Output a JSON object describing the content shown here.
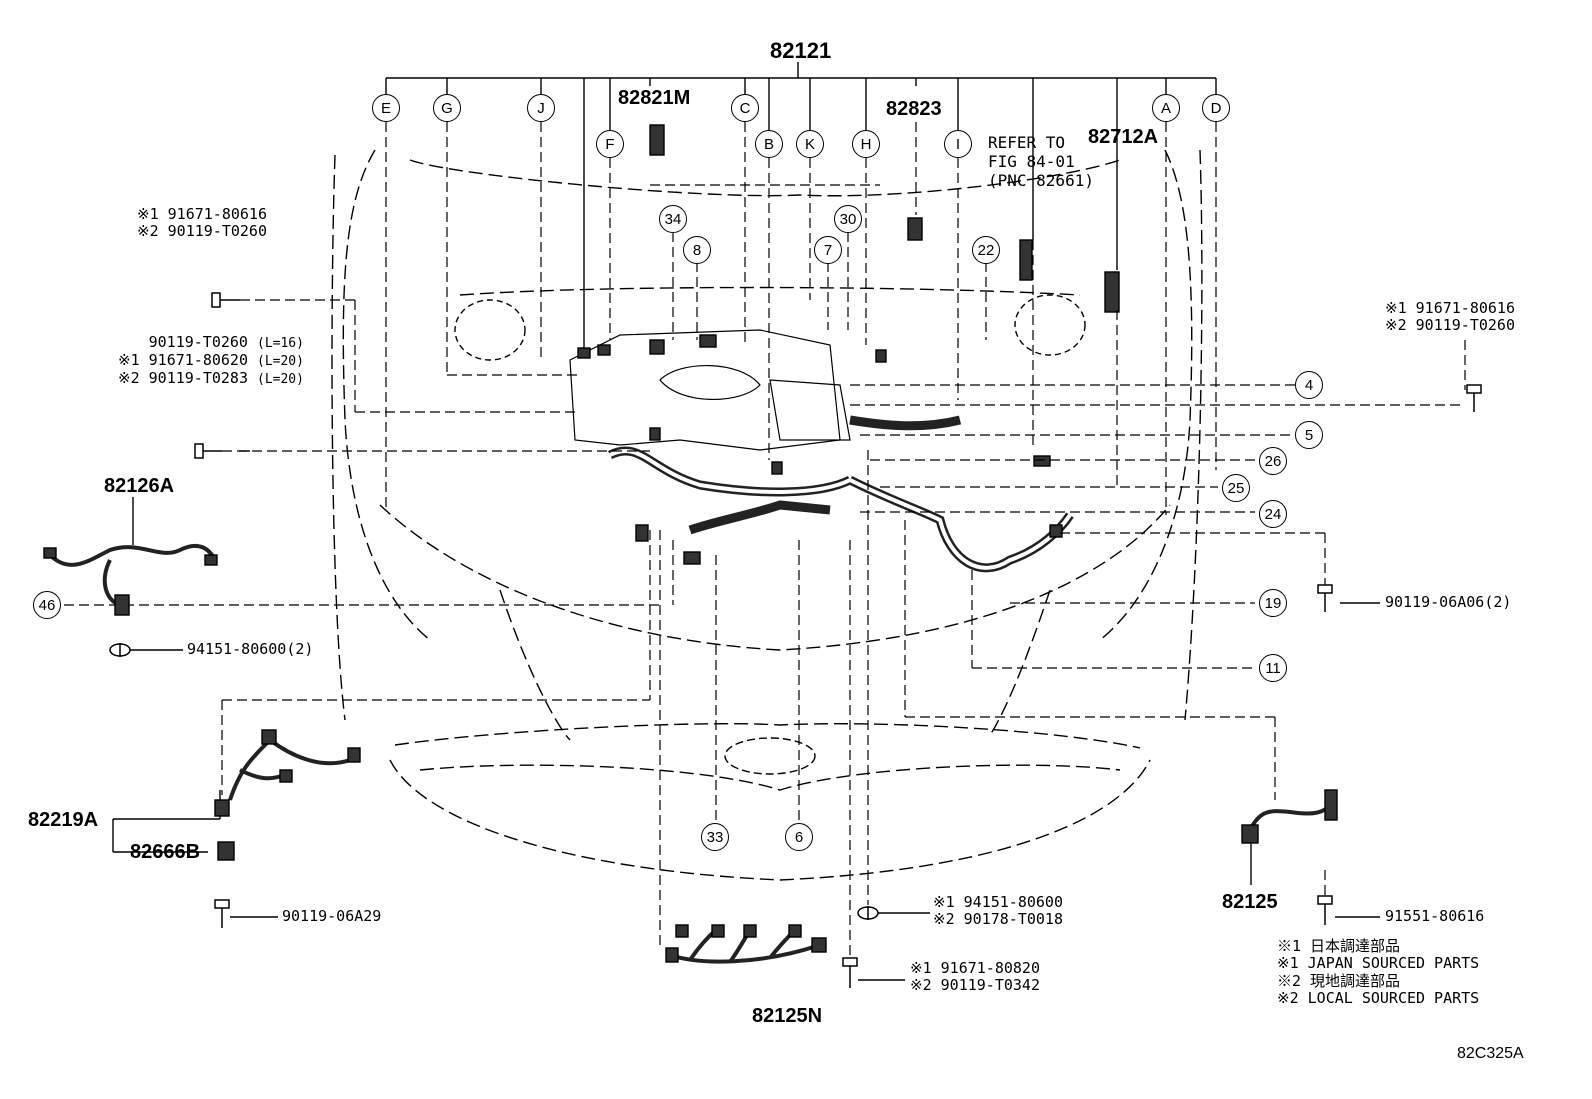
{
  "diagram_code": "82C325A",
  "main_part": "82121",
  "letters": [
    "E",
    "G",
    "J",
    "F",
    "82821M",
    "C",
    "B",
    "K",
    "H",
    "82823",
    "I",
    "A",
    "D"
  ],
  "letter_labels": {
    "A": "A",
    "B": "B",
    "C": "C",
    "D": "D",
    "E": "E",
    "F": "F",
    "G": "G",
    "H": "H",
    "I": "I",
    "J": "J",
    "K": "K"
  },
  "part_labels": {
    "p82821M": "82821M",
    "p82823": "82823",
    "p82712A": "82712A",
    "p82126A": "82126A",
    "p82219A": "82219A",
    "p82666B": "82666B",
    "p82125": "82125",
    "p82125N": "82125N"
  },
  "refer_note": {
    "line1": "REFER TO",
    "line2": "FIG 84-01",
    "line3": "(PNC 82661)"
  },
  "callouts": {
    "c34": "34",
    "c8": "8",
    "c30": "30",
    "c7": "7",
    "c22": "22",
    "c4": "4",
    "c5": "5",
    "c26": "26",
    "c25": "25",
    "c24": "24",
    "c19": "19",
    "c11": "11",
    "c46": "46",
    "c33": "33",
    "c6": "6"
  },
  "fasteners": {
    "top_left": {
      "l1": "※1 91671-80616",
      "l2": "※2 90119-T0260"
    },
    "mid_left": {
      "l1": "90119-T0260",
      "l1s": "(L=16)",
      "l2": "※1 91671-80620",
      "l2s": "(L=20)",
      "l3": "※2 90119-T0283",
      "l3s": "(L=20)"
    },
    "right": {
      "l1": "※1 91671-80616",
      "l2": "※2 90119-T0260"
    },
    "right_mid": "90119-06A06(2)",
    "left_grommet": "94151-80600(2)",
    "bottom_left": "90119-06A29",
    "bottom_center1": {
      "l1": "※1 94151-80600",
      "l2": "※2 90178-T0018"
    },
    "bottom_center2": {
      "l1": "※1 91671-80820",
      "l2": "※2 90119-T0342"
    },
    "bottom_right": "91551-80616"
  },
  "legend": [
    "※1 日本調達部品",
    "※1 JAPAN SOURCED PARTS",
    "※2 現地調達部品",
    "※2 LOCAL SOURCED PARTS"
  ]
}
